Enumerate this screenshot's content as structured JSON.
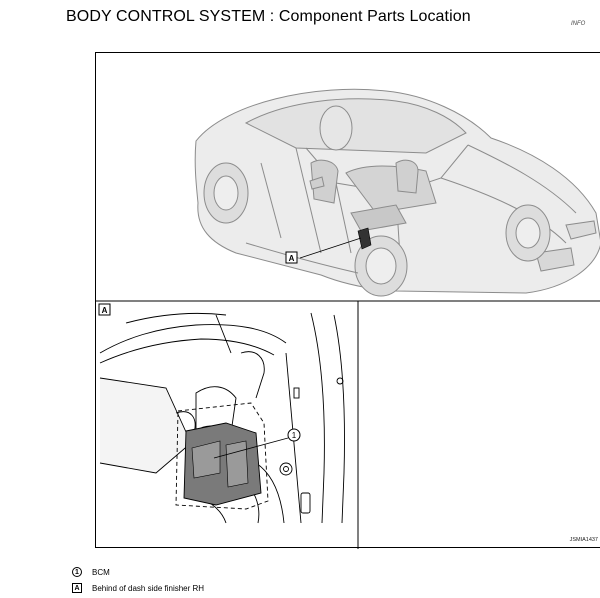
{
  "page": {
    "title": "BODY CONTROL SYSTEM : Component Parts Location",
    "info_tag": "INFO"
  },
  "figure": {
    "callout_top": "A",
    "panel_label": "A",
    "callout_detail": "1",
    "code": "JSMIA1437"
  },
  "legend": [
    {
      "mark": "1",
      "text": "BCM"
    },
    {
      "mark": "A",
      "text": "Behind of dash side finisher RH"
    }
  ]
}
